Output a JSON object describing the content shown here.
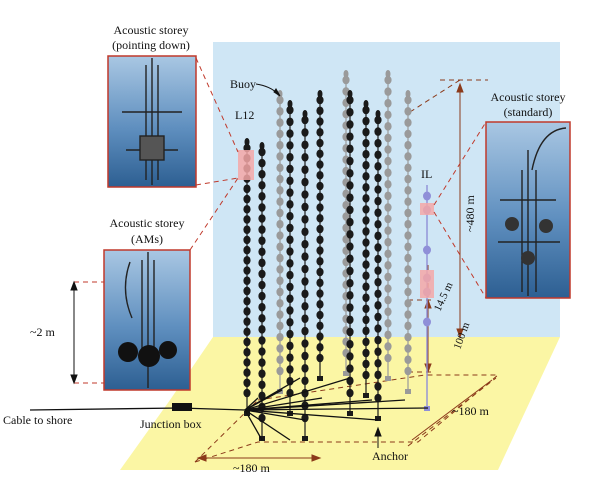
{
  "labels": {
    "acoustic_down_line1": "Acoustic storey",
    "acoustic_down_line2": "(pointing down)",
    "acoustic_ams_line1": "Acoustic storey",
    "acoustic_ams_line2": "(AMs)",
    "acoustic_std_line1": "Acoustic storey",
    "acoustic_std_line2": "(standard)",
    "buoy": "Buoy",
    "l12": "L12",
    "il": "IL",
    "height_480": "~480 m",
    "spacing_14_5": "14.5 m",
    "height_100": "100 m",
    "two_m": "~2 m",
    "cable_to_shore": "Cable to shore",
    "junction_box": "Junction box",
    "anchor": "Anchor",
    "width_180_bottom": "~180 m",
    "width_180_right": "~180 m"
  },
  "colors": {
    "water": "#cfe6f5",
    "seabed": "#fbf6a4",
    "dash_red": "#c0392b",
    "dash_brown": "#8b3a1a",
    "storey_dark": "#1a1a1a",
    "storey_grey": "#9a9a9a",
    "il_storey": "#8f8fd8",
    "highlight": "#f4a7a7",
    "photo_frame": "#c0392b"
  },
  "icons": {
    "photo_pointing_down": "acoustic-storey-photo",
    "photo_ams": "acoustic-storey-photo",
    "photo_standard": "acoustic-storey-photo"
  }
}
